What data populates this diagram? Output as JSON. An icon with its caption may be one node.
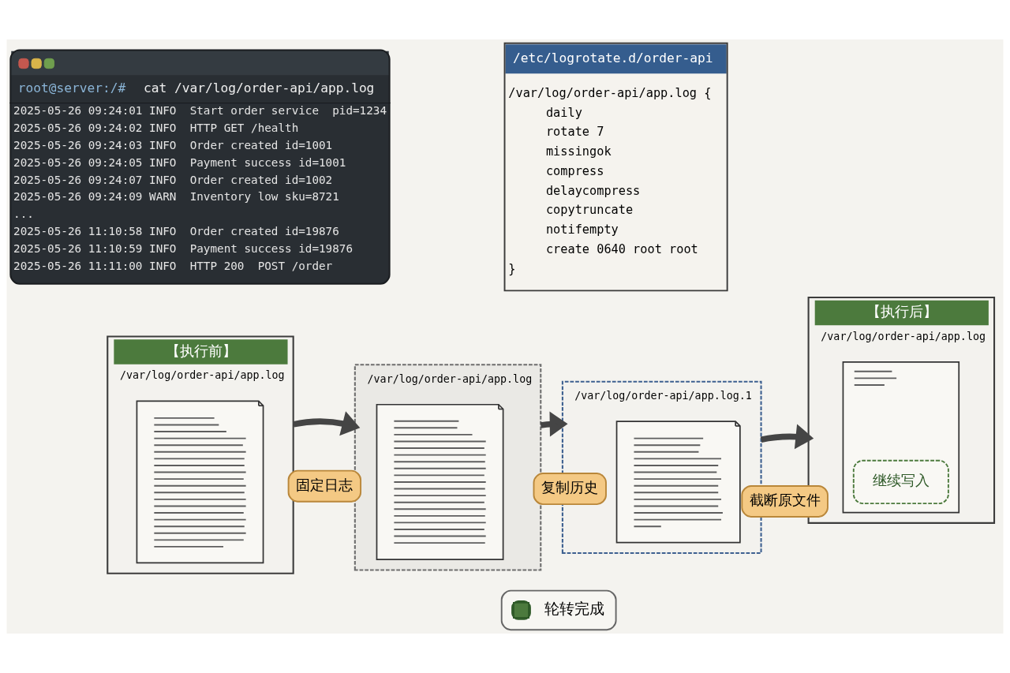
{
  "diagram": {
    "nodes": [
      {
        "text": [
          "root@server:/#",
          "cat /var/log/order-api/app.log",
          "2025-05-26 09:24:01 INFO  Start order service  pid=1234",
          "2025-05-26 09:24:02 INFO  HTTP GET /health",
          "2025-05-26 09:24:03 INFO  Order created id=1001",
          "2025-05-26 09:24:05 INFO  Payment success id=1001",
          "2025-05-26 09:24:07 INFO  Order created id=1002",
          "2025-05-26 09:24:09 WARN  Inventory low sku=8721",
          "...",
          "2025-05-26 11:10:58 INFO  Order created id=19876",
          "2025-05-26 11:10:59 INFO  Payment success id=19876",
          "2025-05-26 11:11:00 INFO  HTTP 200  POST /order"
        ]
      },
      {
        "text": [
          "/etc/logrotate.d/order-api",
          "/var/log/order-api/app.log {",
          "daily",
          "rotate 7",
          "missingok",
          "compress",
          "delaycompress",
          "copytruncate",
          "notifempty",
          "create 0640 root root",
          "}"
        ]
      },
      {
        "text": [
          "【执行前】",
          "/var/log/order-api/app.log"
        ]
      },
      {
        "text": [],
        "shape": "document",
        "in": 2
      },
      {
        "text": [
          "/var/log/order-api/app.log"
        ]
      },
      {
        "text": [],
        "shape": "document",
        "in": 4
      },
      {
        "text": [
          "/var/log/order-api/app.log.1"
        ]
      },
      {
        "text": [],
        "shape": "document",
        "in": 6
      },
      {
        "text": [
          "【执行后】",
          "/var/log/order-api/app.log"
        ]
      },
      {
        "text": [],
        "shape": "document",
        "in": 8
      },
      {
        "text": [
          "继续写入"
        ],
        "in": 9
      },
      {
        "text": [
          "轮转完成"
        ]
      }
    ],
    "edges": [
      {
        "from": 2,
        "to": 4,
        "arrow": "to",
        "label": "固定日志"
      },
      {
        "from": 4,
        "to": 6,
        "arrow": "to",
        "label": "复制历史"
      },
      {
        "from": 6,
        "to": 8,
        "arrow": "to",
        "label": "截断原文件"
      }
    ]
  }
}
